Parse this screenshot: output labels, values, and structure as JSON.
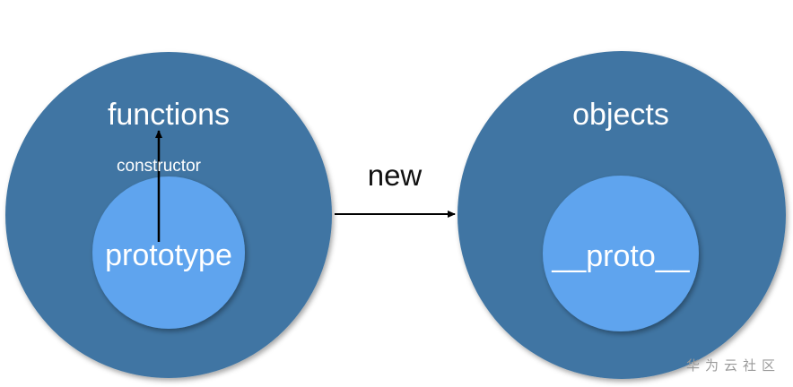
{
  "left_circle": {
    "title": "functions",
    "inner_label": "prototype",
    "arrow_label": "constructor"
  },
  "connector": {
    "label": "new"
  },
  "right_circle": {
    "title": "objects",
    "inner_label": "__proto__"
  },
  "watermark": "华为云社区",
  "colors": {
    "outer_circle": "#3f75a3",
    "inner_circle": "#5ea4ee",
    "text_on_circle": "#ffffff",
    "connector": "#111111"
  }
}
